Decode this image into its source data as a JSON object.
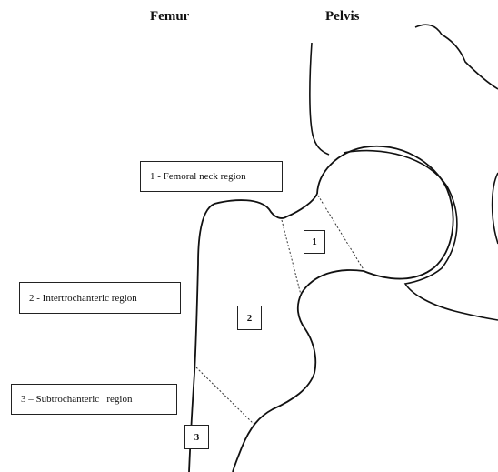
{
  "headers": {
    "femur": "Femur",
    "pelvis": "Pelvis"
  },
  "labels": [
    {
      "number": "1",
      "text": "1 - Femoral neck region"
    },
    {
      "number": "2",
      "text": "2 - Intertrochanteric region"
    },
    {
      "number": "3",
      "text": "3 – Subtrochanteric   region"
    }
  ],
  "colors": {
    "outline": "#111111",
    "dotted": "#333333",
    "background": "#ffffff"
  }
}
